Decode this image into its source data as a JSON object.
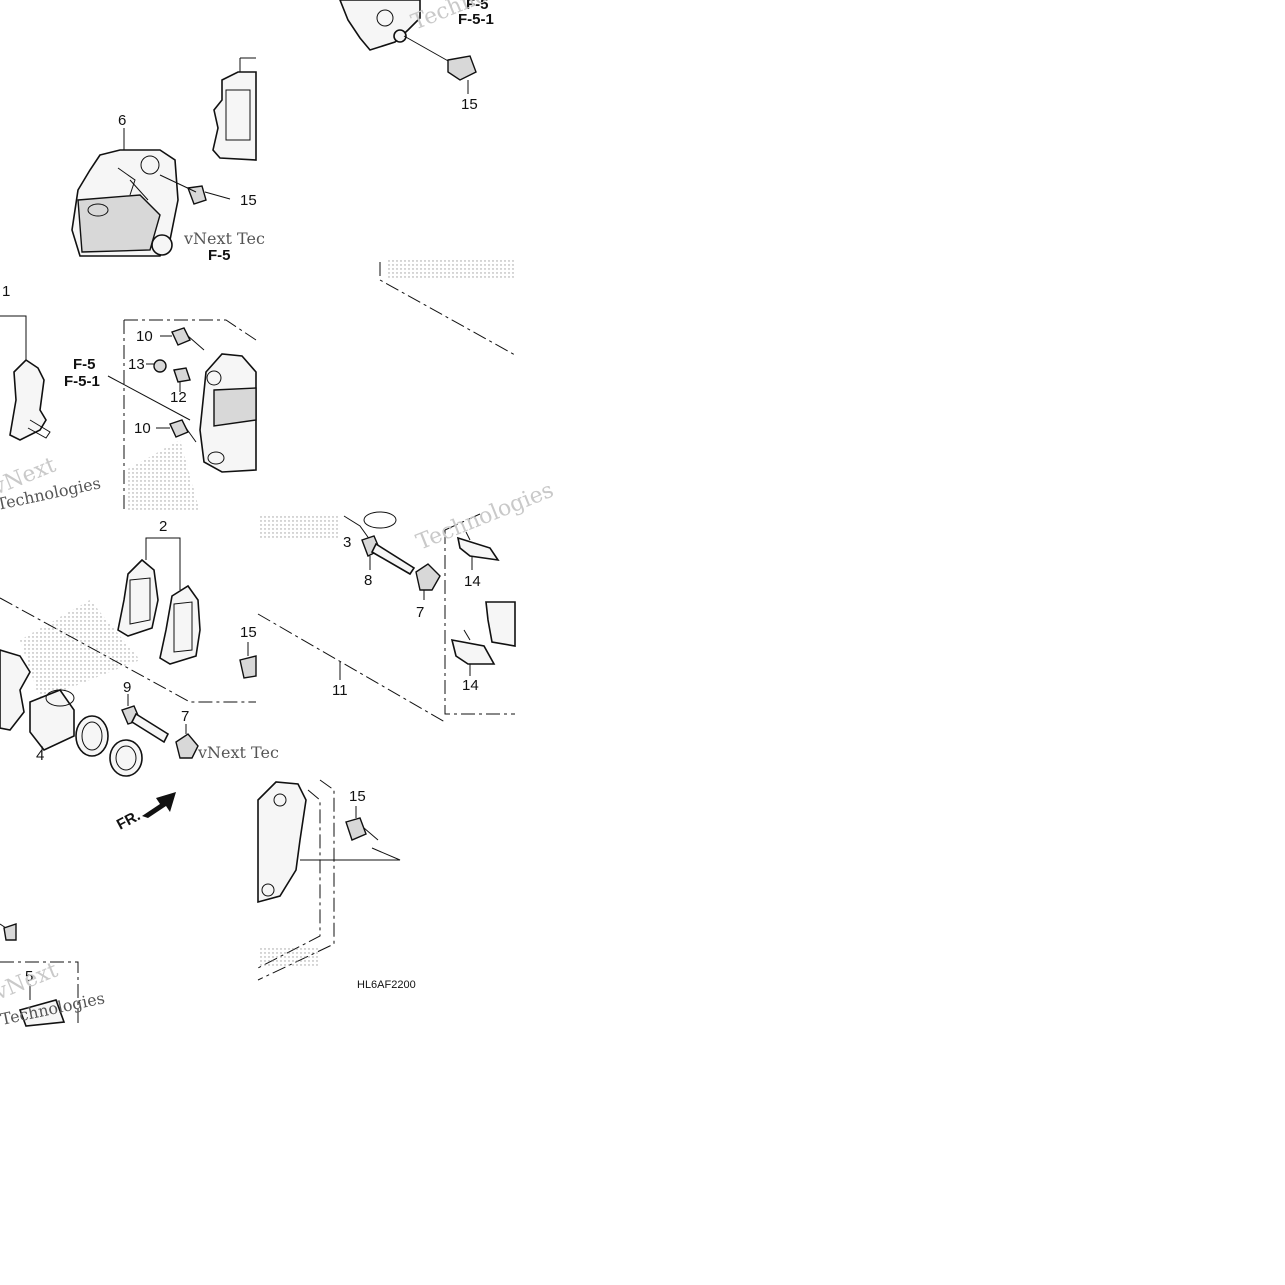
{
  "diagram": {
    "code": "HL6AF2200",
    "direction_label": "FR.",
    "watermark_brand": "vNext",
    "watermark_lines": [
      "Technologies",
      "vNext Tec",
      "Techno"
    ],
    "labels": {
      "l1": "1",
      "l2": "2",
      "l3": "3",
      "l4": "4",
      "l5": "5",
      "l6": "6",
      "l7a": "7",
      "l7b": "7",
      "l8": "8",
      "l9": "9",
      "l10a": "10",
      "l10b": "10",
      "l11": "11",
      "l12": "12",
      "l13": "13",
      "l14a": "14",
      "l14b": "14",
      "l15a": "15",
      "l15b": "15",
      "l15c": "15",
      "l15d": "15"
    },
    "refs": {
      "top_ref_a": "F-5",
      "top_ref_b": "F-5-1",
      "mid_ref_a": "F-5",
      "mid_ref_b": "F-5-1",
      "cut_ref": "F-5"
    }
  }
}
